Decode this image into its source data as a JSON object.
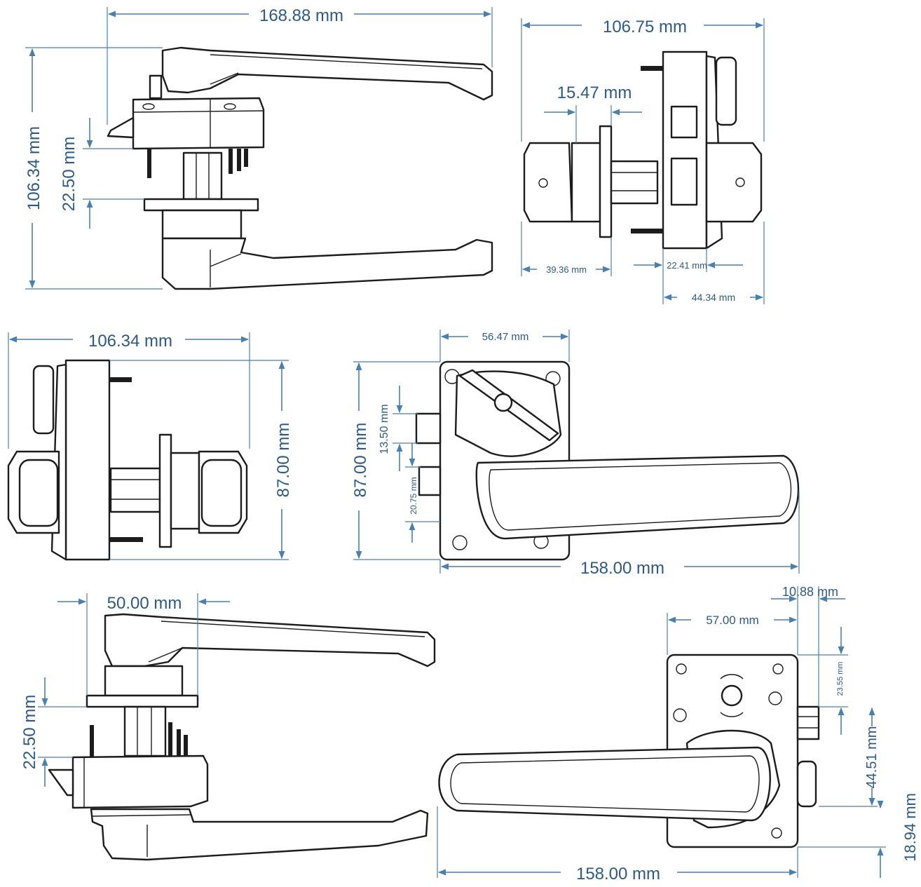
{
  "colors": {
    "dimension": "#4a7fae",
    "dimension_text": "#2d5a84",
    "part_outline": "#1c1c1c",
    "background": "#ffffff"
  },
  "views": {
    "top_left": {
      "width": "168.88 mm",
      "height": "106.34 mm",
      "latch_offset": "22.50 mm"
    },
    "top_right": {
      "width": "106.75 mm",
      "spindle": "15.47 mm",
      "left_section": "39.36 mm",
      "mid_section": "22.41 mm",
      "body_depth": "44.34 mm"
    },
    "middle_left": {
      "width": "106.34 mm",
      "height": "87.00 mm"
    },
    "middle_right": {
      "plate_width": "56.47 mm",
      "height": "87.00 mm",
      "bolt_offset": "13.50 mm",
      "bolt_height": "20.75 mm",
      "lever_length": "158.00 mm"
    },
    "bottom_left": {
      "rose_width": "50.00 mm",
      "latch_offset": "22.50 mm"
    },
    "bottom_right": {
      "edge": "10.88 mm",
      "plate_width": "57.00 mm",
      "top_offset": "23.55 mm",
      "latch_zone": "44.51 mm",
      "bottom_offset": "18.94 mm",
      "lever_length": "158.00 mm"
    }
  }
}
